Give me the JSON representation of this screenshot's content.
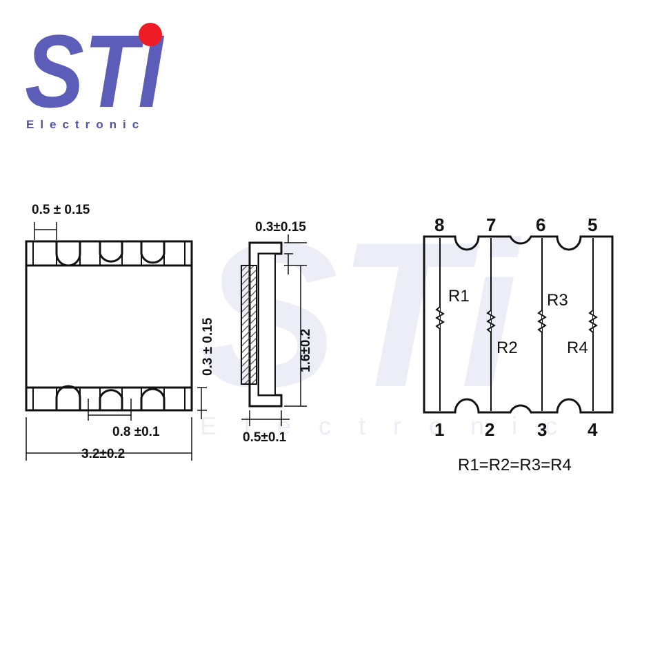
{
  "logo": {
    "wordmark": "STi",
    "tagline": "Electronic",
    "colors": {
      "primary": "#5b5db8",
      "dot": "#ee1c25",
      "tagline": "#4f52ac"
    }
  },
  "watermark": {
    "wordmark": "STi",
    "tagline": "Electronic"
  },
  "top_view": {
    "pad_width": "0.5 ± 0.15",
    "pitch": "0.8 ±0.1",
    "length": "3.2±0.2",
    "pad_depth": "0.3 ± 0.15"
  },
  "side_view": {
    "terminal": "0.3±0.15",
    "width": "1.6±0.2",
    "thickness": "0.5±0.1"
  },
  "schematic": {
    "top_pins": [
      "8",
      "7",
      "6",
      "5"
    ],
    "bottom_pins": [
      "1",
      "2",
      "3",
      "4"
    ],
    "resistors": [
      "R1",
      "R2",
      "R3",
      "R4"
    ],
    "equation": "R1=R2=R3=R4"
  },
  "colors": {
    "line": "#111111",
    "hatch": "#444444",
    "watermark": "#dcdcf0"
  }
}
